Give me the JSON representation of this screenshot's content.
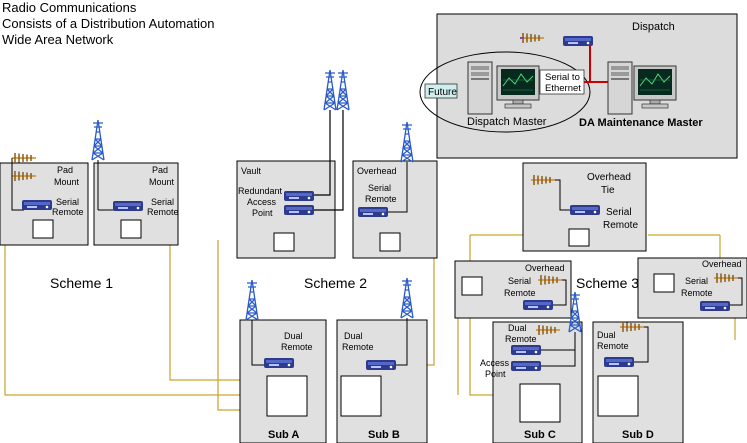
{
  "title_lines": [
    "Radio Communications",
    "Consists of a Distribution Automation",
    "Wide Area Network"
  ],
  "dispatch": {
    "title": "Dispatch",
    "future": "Future",
    "serial_to_ethernet": [
      "Serial to",
      "Ethernet"
    ],
    "dispatch_master": "Dispatch Master",
    "da_maintenance_master": "DA Maintenance Master"
  },
  "schemes": {
    "scheme1": "Scheme 1",
    "scheme2": "Scheme 2",
    "scheme3": "Scheme 3"
  },
  "boxes": {
    "pad_mount_1": [
      "Pad",
      "Mount"
    ],
    "pad_mount_2": [
      "Pad",
      "Mount"
    ],
    "serial_remote": [
      "Serial",
      "Remote"
    ],
    "vault": "Vault",
    "redundant_access_point": [
      "Redundant",
      "Access",
      "Point"
    ],
    "overhead": "Overhead",
    "overhead_tie": [
      "Overhead",
      "Tie"
    ],
    "dual_remote": [
      "Dual",
      "Remote"
    ],
    "access_point": [
      "Access",
      "Point"
    ]
  },
  "subs": {
    "sub_a": "Sub A",
    "sub_b": "Sub B",
    "sub_c": "Sub C",
    "sub_d": "Sub D"
  },
  "colors": {
    "box_fill": "#e0e0e0",
    "dispatch_fill": "#dcdcdc",
    "fiber_line": "#c9a32a",
    "ethernet_line": "#cc0000",
    "tower": "#2a5bc7",
    "radio": "#2d3b8f"
  }
}
